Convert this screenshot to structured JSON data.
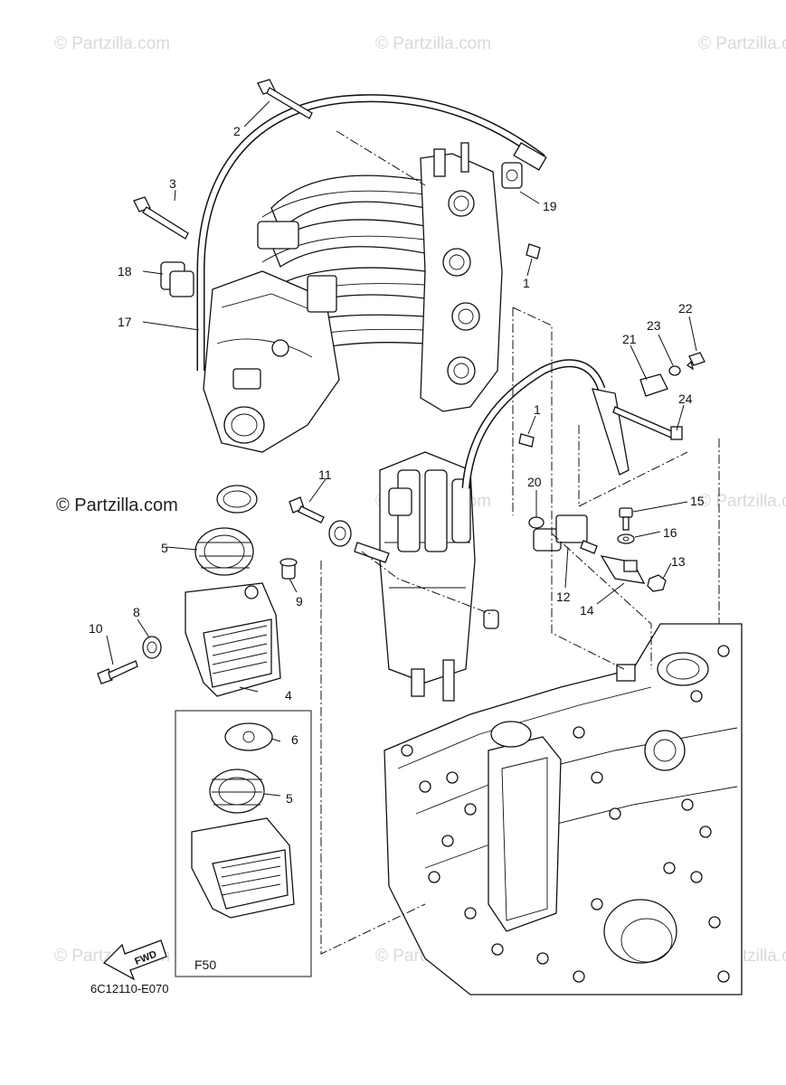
{
  "watermarks": {
    "text": "© Partzilla.com",
    "center_text": "© Partzilla.com"
  },
  "diagram_code": "6C12110-E070",
  "variant_label": "F50",
  "fwd_label": "FWD",
  "callouts": {
    "c1a": "1",
    "c1b": "1",
    "c2": "2",
    "c3": "3",
    "c4": "4",
    "c5a": "5",
    "c5b": "5",
    "c6": "6",
    "c8": "8",
    "c9": "9",
    "c10": "10",
    "c11": "11",
    "c12": "12",
    "c13": "13",
    "c14": "14",
    "c15": "15",
    "c16": "16",
    "c17": "17",
    "c18": "18",
    "c19": "19",
    "c20": "20",
    "c21": "21",
    "c22": "22",
    "c23": "23",
    "c24": "24"
  }
}
